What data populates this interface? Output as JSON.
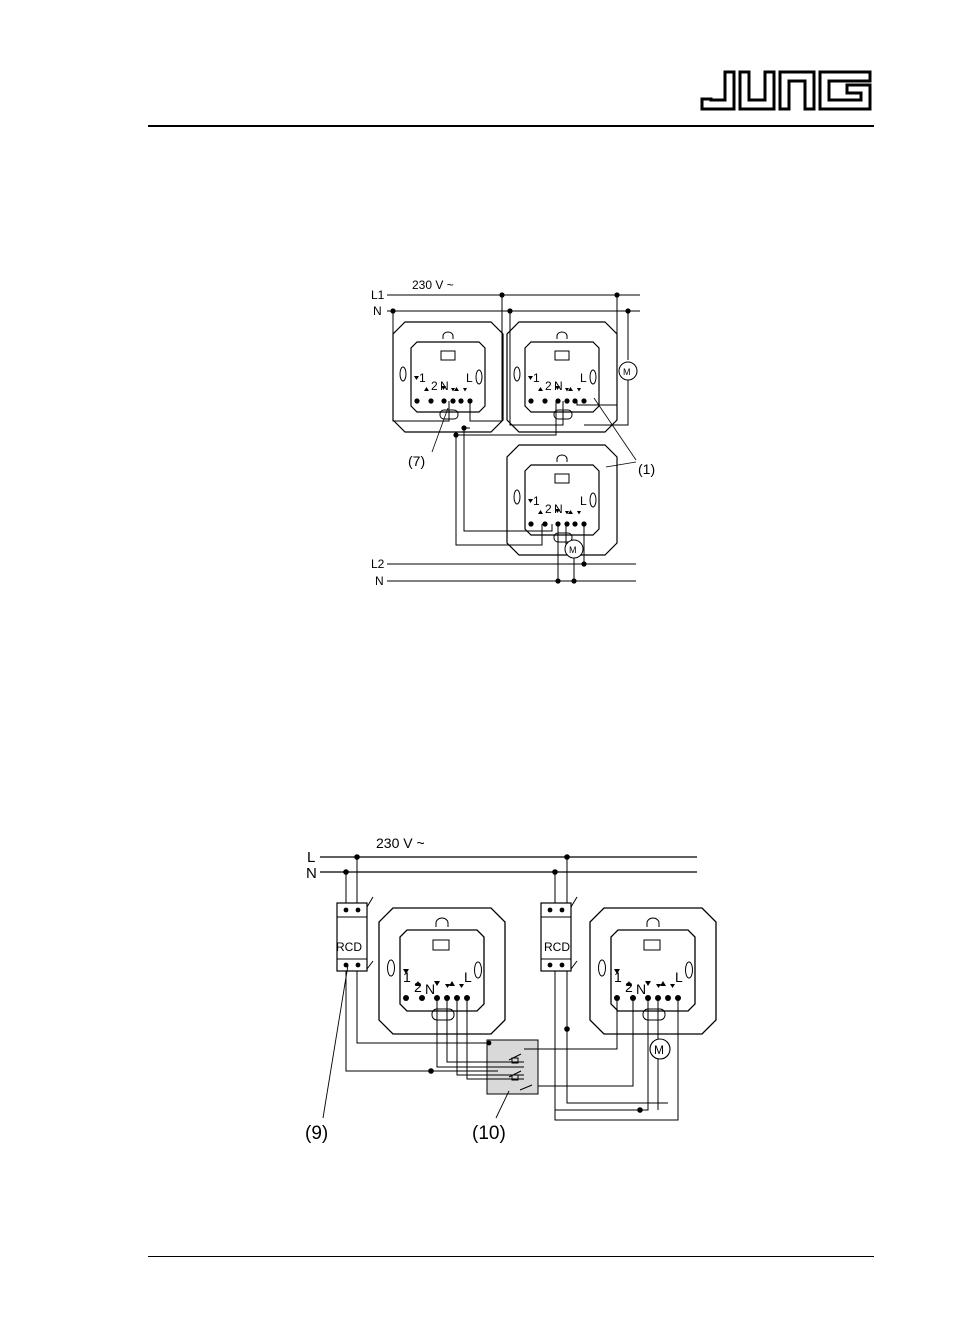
{
  "header": {
    "brand": "JUNG"
  },
  "diagram1": {
    "supply_voltage": "230 V ~",
    "line_labels": {
      "l1": "L1",
      "n_top": "N",
      "l2": "L2",
      "n_bottom": "N"
    },
    "terminal_labels": {
      "one": "1",
      "two": "2",
      "neutral": "N",
      "live": "L"
    },
    "motor_label": "M",
    "callouts": {
      "extension_unit": "(7)",
      "control_unit": "(1)"
    }
  },
  "diagram2": {
    "supply_voltage": "230 V ~",
    "line_labels": {
      "l": "L",
      "n": "N"
    },
    "rcd_label": "RCD",
    "terminal_labels": {
      "one": "1",
      "two": "2",
      "neutral": "N",
      "live": "L"
    },
    "motor_label": "M",
    "callouts": {
      "rcd": "(9)",
      "isolating_relay": "(10)"
    }
  }
}
